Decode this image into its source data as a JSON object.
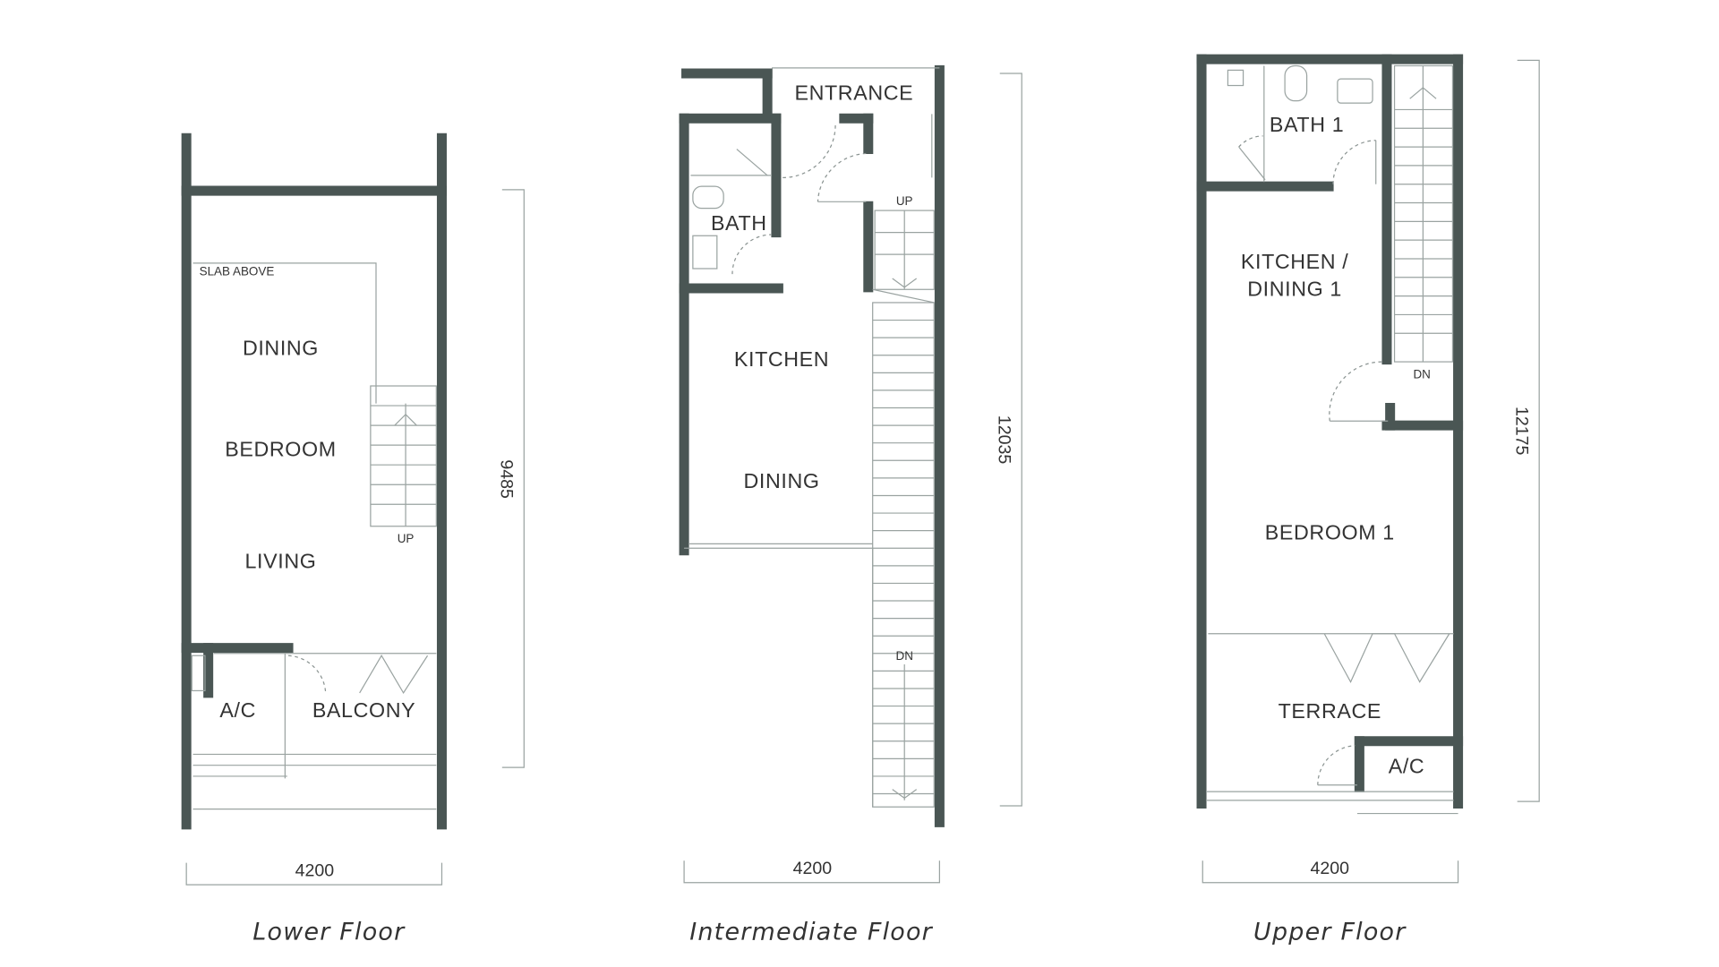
{
  "colors": {
    "wall": "#4a5654",
    "text": "#333333"
  },
  "plans": [
    {
      "caption": "Lower Floor",
      "width_dim": "4200",
      "length_dim": "9485",
      "labels": {
        "slab": "SLAB ABOVE",
        "dining": "DINING",
        "bedroom": "BEDROOM",
        "living": "LIVING",
        "ac": "A/C",
        "balcony": "BALCONY",
        "up": "UP"
      }
    },
    {
      "caption": "Intermediate Floor",
      "width_dim": "4200",
      "length_dim": "12035",
      "labels": {
        "entrance": "ENTRANCE",
        "bath": "BATH",
        "kitchen": "KITCHEN",
        "dining": "DINING",
        "up": "UP",
        "dn": "DN"
      }
    },
    {
      "caption": "Upper Floor",
      "width_dim": "4200",
      "length_dim": "12175",
      "labels": {
        "bath": "BATH 1",
        "kitchen_1": "KITCHEN /",
        "kitchen_2": "DINING 1",
        "bedroom": "BEDROOM 1",
        "terrace": "TERRACE",
        "ac": "A/C",
        "dn": "DN"
      }
    }
  ]
}
